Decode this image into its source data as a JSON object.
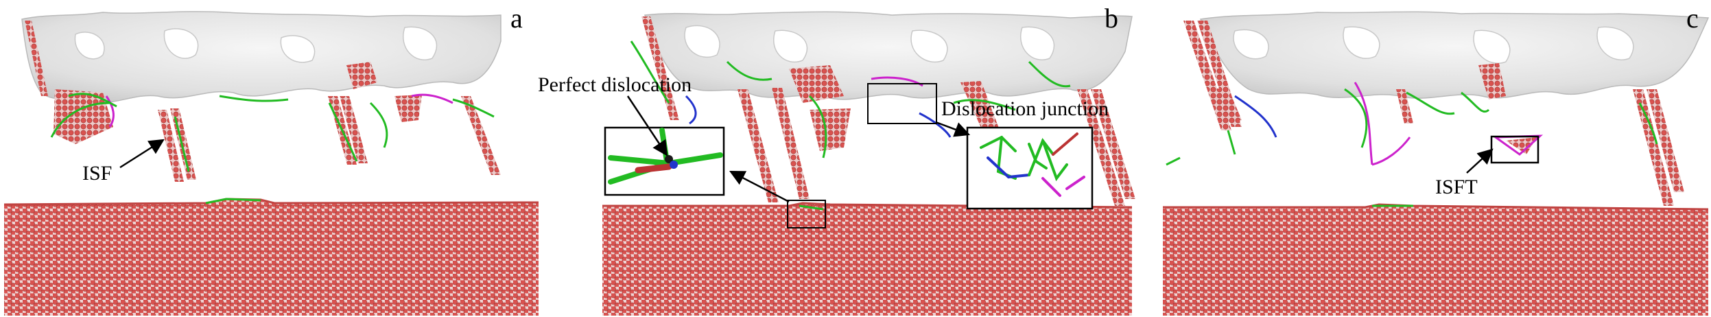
{
  "figure": {
    "panels": [
      {
        "letter": "a",
        "annotations": [
          "ISF"
        ]
      },
      {
        "letter": "b",
        "annotations": [
          "Perfect dislocation",
          "Dislocation junction"
        ]
      },
      {
        "letter": "c",
        "annotations": [
          "ISFT"
        ]
      }
    ],
    "colors": {
      "atom": "#d9524f",
      "atom_edge": "#9b2f2d",
      "surface": "#e2e2e2",
      "surface_edge": "#b9b9b9",
      "shockley_partial": "#22bb22",
      "perfect_dislocation": "#2233cc",
      "stair_rod": "#cc22cc",
      "frank": "#bb3333",
      "callout_box": "#000000"
    },
    "icons": [
      "arrow-icon"
    ]
  }
}
